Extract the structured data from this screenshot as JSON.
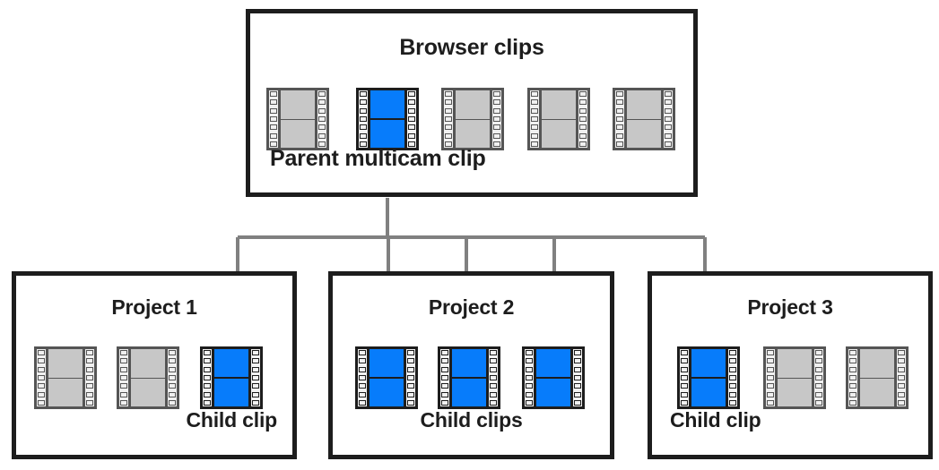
{
  "diagram": {
    "title_semantic": "multicam-parent-child-clip-relationship",
    "colors": {
      "selected_clip": "#077cfb",
      "normal_clip": "#c7c7c7",
      "box_border": "#1d1d1d",
      "connector": "#808080",
      "background": "#ffffff"
    }
  },
  "browser": {
    "title": "Browser clips",
    "caption": "Parent multicam clip",
    "clips": [
      {
        "name": "clip-1",
        "state": "normal"
      },
      {
        "name": "clip-2",
        "state": "selected"
      },
      {
        "name": "clip-3",
        "state": "normal"
      },
      {
        "name": "clip-4",
        "state": "normal"
      },
      {
        "name": "clip-5",
        "state": "normal"
      }
    ]
  },
  "projects": [
    {
      "title": "Project 1",
      "caption": "Child clip",
      "clips": [
        {
          "name": "clip-1",
          "state": "normal"
        },
        {
          "name": "clip-2",
          "state": "normal"
        },
        {
          "name": "clip-3",
          "state": "selected"
        }
      ]
    },
    {
      "title": "Project 2",
      "caption": "Child clips",
      "clips": [
        {
          "name": "clip-1",
          "state": "selected"
        },
        {
          "name": "clip-2",
          "state": "selected"
        },
        {
          "name": "clip-3",
          "state": "selected"
        }
      ]
    },
    {
      "title": "Project 3",
      "caption": "Child clip",
      "clips": [
        {
          "name": "clip-1",
          "state": "selected"
        },
        {
          "name": "clip-2",
          "state": "normal"
        },
        {
          "name": "clip-3",
          "state": "normal"
        }
      ]
    }
  ],
  "connectors": {
    "count": 5,
    "description": "Parent multicam clip distributes to five child clips across three projects"
  }
}
